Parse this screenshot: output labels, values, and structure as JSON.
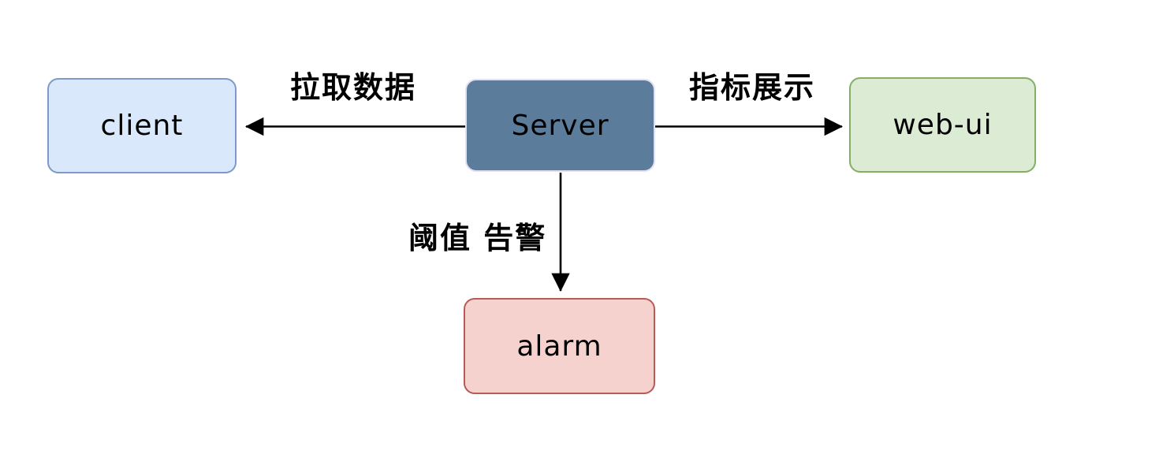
{
  "diagram": {
    "background_color": "#ffffff",
    "text_color": "#000000",
    "arrow_color": "#000000",
    "nodes": {
      "client": {
        "label": "client",
        "fill": "#dae8fc",
        "stroke": "#7b9bc8"
      },
      "server": {
        "label": "Server",
        "fill": "#5b7d9b",
        "stroke": "#e3def0"
      },
      "web_ui": {
        "label": "web-ui",
        "fill": "#dcebd4",
        "stroke": "#84ae66"
      },
      "alarm": {
        "label": "alarm",
        "fill": "#f6d2ce",
        "stroke": "#b65c55"
      }
    },
    "edges": {
      "pull_data": {
        "label": "拉取数据",
        "from": "Server",
        "to": "client",
        "direction": "left"
      },
      "metrics_display": {
        "label": "指标展示",
        "from": "Server",
        "to": "web-ui",
        "direction": "right"
      },
      "threshold_alarm": {
        "label": "阈值 告警",
        "from": "Server",
        "to": "alarm",
        "direction": "down"
      }
    }
  }
}
